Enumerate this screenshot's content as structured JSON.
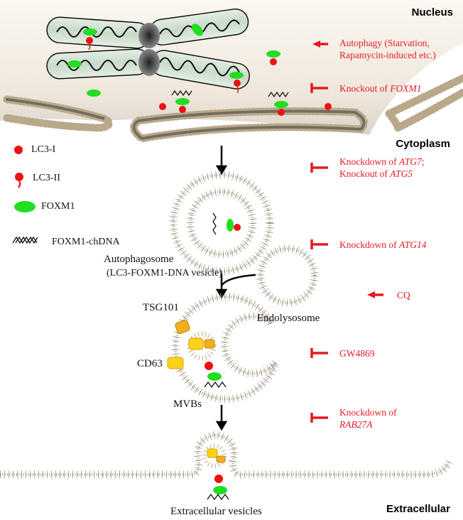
{
  "regions": {
    "nucleus": "Nucleus",
    "cytoplasm": "Cytoplasm",
    "extracellular": "Extracellular"
  },
  "legend": [
    {
      "icon": "lc3-i-icon",
      "label": "LC3-I"
    },
    {
      "icon": "lc3-ii-icon",
      "label": "LC3-II"
    },
    {
      "icon": "foxm1-icon",
      "label": "FOXM1"
    },
    {
      "icon": "dna-icon",
      "label": "FOXM1-chDNA"
    }
  ],
  "structures": {
    "autophagosome": "Autophagosome",
    "autophagosome_sub": "(LC3-FOXM1-DNA vesicle)",
    "endolysosome": "Endolysosome",
    "tsg101": "TSG101",
    "cd63": "CD63",
    "mvbs": "MVBs",
    "ev": "Extracellular vesicles"
  },
  "regulators": [
    {
      "type": "arrow",
      "line1": "Autophagy (Starvation,",
      "line2": "Rapamycin-induced etc.)"
    },
    {
      "type": "inhibit",
      "prefix": "Knockout of ",
      "gene": "FOXM1"
    },
    {
      "type": "inhibit",
      "prefix": "Knockdown of ",
      "gene": "ATG7",
      "suffix": ";",
      "prefix2": "Knockout of ",
      "gene2": "ATG5"
    },
    {
      "type": "inhibit",
      "prefix": "Knockdown of ",
      "gene": "ATG14"
    },
    {
      "type": "arrow",
      "line1": "CQ"
    },
    {
      "type": "inhibit",
      "line1": "GW4869"
    },
    {
      "type": "inhibit",
      "prefix": "Knockdown of",
      "gene": "RAB27A"
    }
  ],
  "colors": {
    "regulator": "#e31b23",
    "lc3": "#ee1111",
    "foxm1": "#22dd22",
    "membrane_head": "#e8dcc4",
    "nucleus_bg": "#f3ede4",
    "tsg101": "#f0b020",
    "cd63": "#ffd21a"
  }
}
